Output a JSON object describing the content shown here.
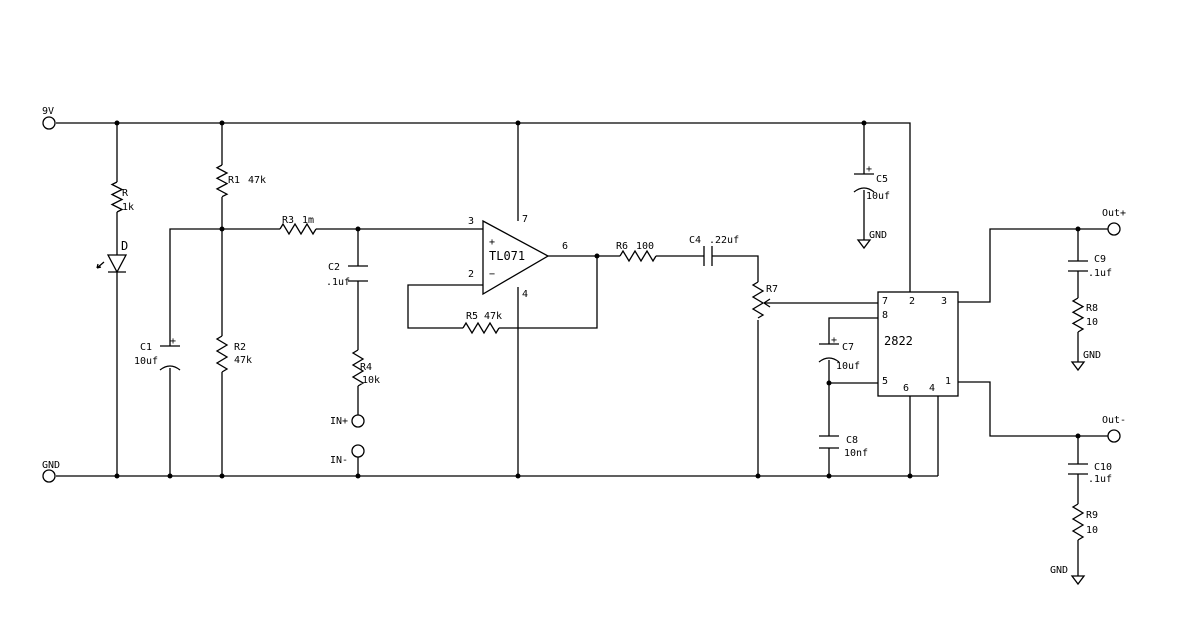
{
  "nets": {
    "vcc": "9V",
    "gnd": "GND"
  },
  "components": {
    "r_led": {
      "ref": "R",
      "value": "1k"
    },
    "led": {
      "ref": "D"
    },
    "r1": {
      "ref": "R1",
      "value": "47k"
    },
    "r2": {
      "ref": "R2",
      "value": "47k"
    },
    "c1": {
      "ref": "C1",
      "value": "10uf"
    },
    "r3": {
      "ref": "R3",
      "value": "1m"
    },
    "c2": {
      "ref": "C2",
      "value": ".1uf"
    },
    "r4": {
      "ref": "R4",
      "value": "10k"
    },
    "opamp": {
      "ref": "TL071",
      "pins": [
        "3",
        "2",
        "7",
        "4",
        "6"
      ],
      "plus": "+",
      "minus": "−"
    },
    "r5": {
      "ref": "R5",
      "value": "47k"
    },
    "r6": {
      "ref": "R6",
      "value": "100"
    },
    "c4": {
      "ref": "C4",
      "value": ".22uf"
    },
    "r7": {
      "ref": "R7"
    },
    "c5": {
      "ref": "C5",
      "value": "10uf"
    },
    "c7": {
      "ref": "C7",
      "value": "10uf"
    },
    "c8": {
      "ref": "C8",
      "value": "10nf"
    },
    "amp": {
      "ref": "2822",
      "pins": [
        "7",
        "2",
        "3",
        "8",
        "5",
        "6",
        "4",
        "1"
      ]
    },
    "c9": {
      "ref": "C9",
      "value": ".1uf"
    },
    "r8": {
      "ref": "R8",
      "value": "10"
    },
    "c10": {
      "ref": "C10",
      "value": ".1uf"
    },
    "r9": {
      "ref": "R9",
      "value": "10"
    }
  },
  "ports": {
    "in_plus": "IN+",
    "in_minus": "IN-",
    "out_plus": "Out+",
    "out_minus": "Out-"
  }
}
